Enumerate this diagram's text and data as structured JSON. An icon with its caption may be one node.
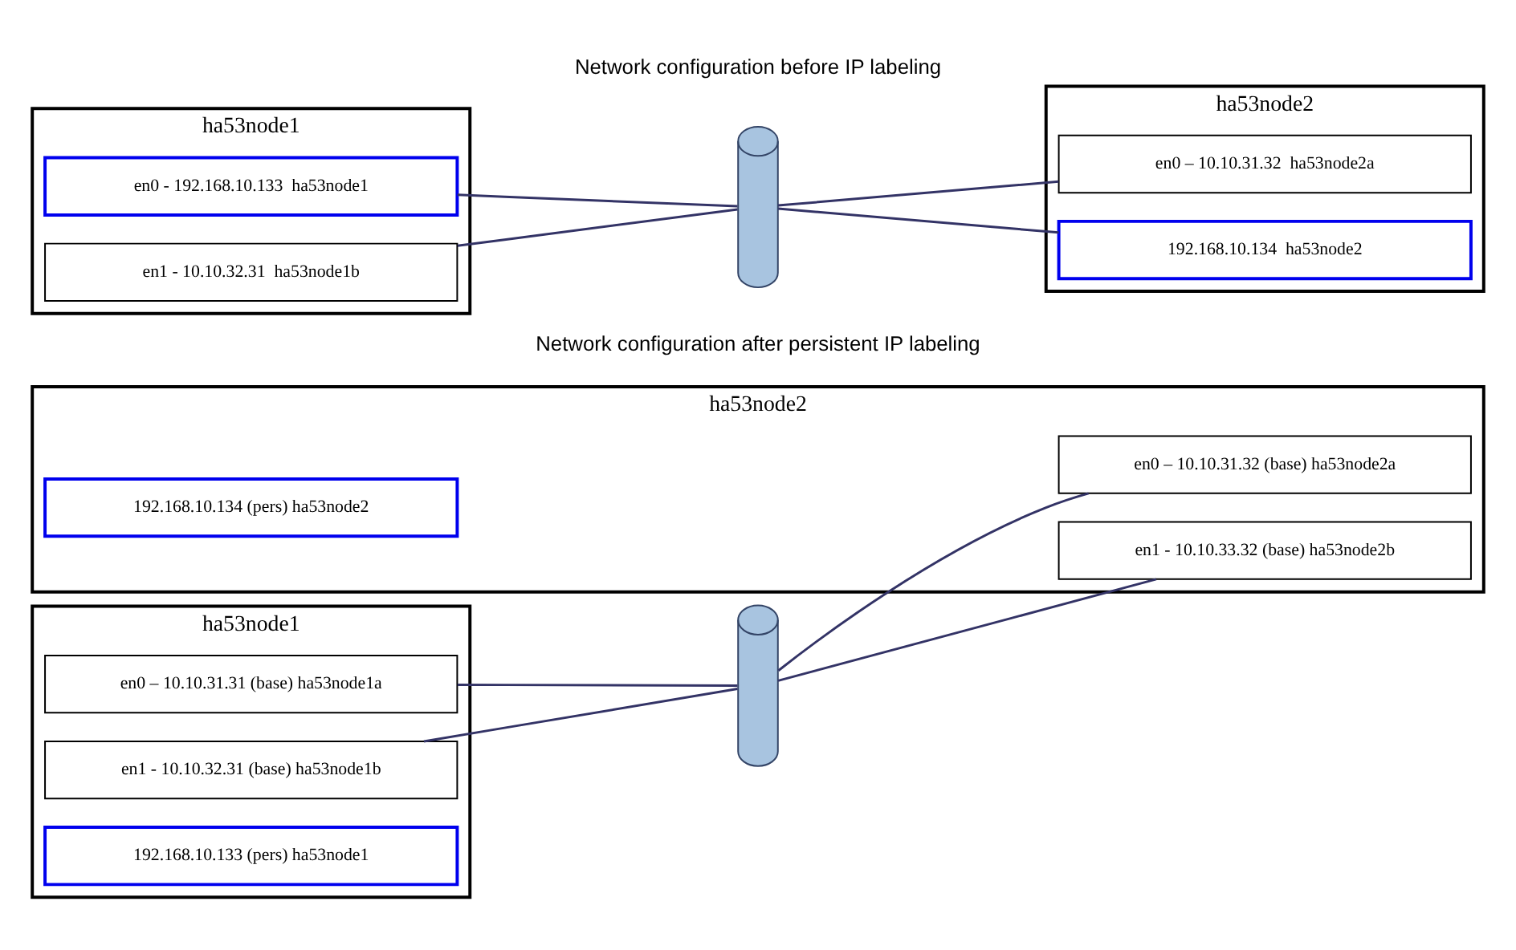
{
  "diagram": {
    "nodes": [
      {
        "text": [
          "ha53node1"
        ]
      },
      {
        "text": [
          "en0 - 192.168.10.133  ha53node1"
        ],
        "in": 0
      },
      {
        "text": [
          "en1 - 10.10.32.31  ha53node1b"
        ],
        "in": 0
      },
      {
        "text": [],
        "shape": "cylinder"
      },
      {
        "text": [
          "ha53node2"
        ]
      },
      {
        "text": [
          "en0 – 10.10.31.32  ha53node2a"
        ],
        "in": 4
      },
      {
        "text": [
          "192.168.10.134  ha53node2"
        ],
        "in": 4
      },
      {
        "text": [
          "ha53node1"
        ]
      },
      {
        "text": [
          "en0 – 10.10.31.31 (base) ha53node1a"
        ],
        "in": 7
      },
      {
        "text": [
          "en1 - 10.10.32.31 (base) ha53node1b"
        ],
        "in": 7
      },
      {
        "text": [
          "192.168.10.133 (pers) ha53node1"
        ],
        "in": 7
      },
      {
        "text": [],
        "shape": "cylinder"
      },
      {
        "text": [
          "ha53node2"
        ]
      },
      {
        "text": [
          "en0 – 10.10.31.32 (base) ha53node2a"
        ],
        "in": 12
      },
      {
        "text": [
          "en1 - 10.10.33.32 (base) ha53node2b"
        ],
        "in": 12
      },
      {
        "text": [
          "192.168.10.134 (pers) ha53node2"
        ],
        "in": 12
      }
    ],
    "edges": [
      {
        "from": 1,
        "to": 3,
        "arrow": "none"
      },
      {
        "from": 2,
        "to": 3,
        "arrow": "none"
      },
      {
        "from": 3,
        "to": 5,
        "arrow": "none"
      },
      {
        "from": 3,
        "to": 6,
        "arrow": "none"
      },
      {
        "from": 8,
        "to": 11,
        "arrow": "none"
      },
      {
        "from": 9,
        "to": 11,
        "arrow": "none"
      },
      {
        "from": 11,
        "to": 13,
        "arrow": "none"
      },
      {
        "from": 11,
        "to": 14,
        "arrow": "none"
      }
    ],
    "labels": [
      "Network configuration before IP labeling",
      "Network configuration after persistent IP labeling"
    ]
  }
}
